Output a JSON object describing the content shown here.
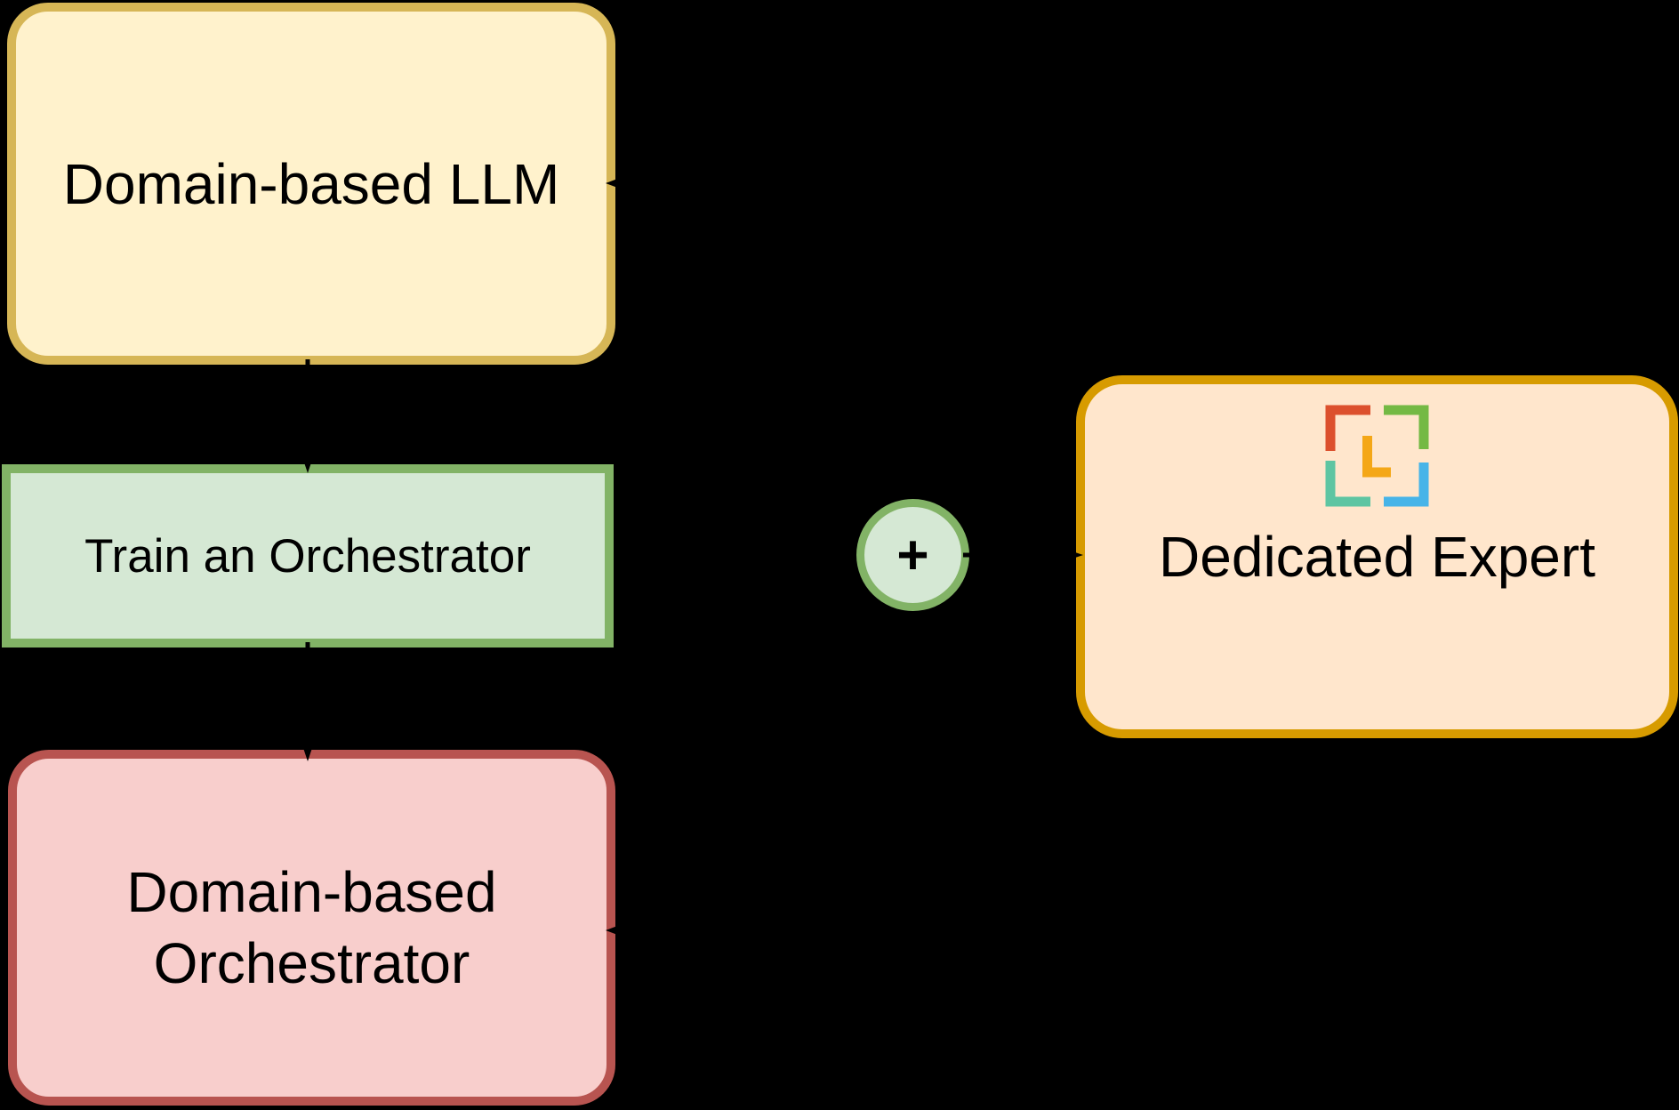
{
  "diagram": {
    "background": "#000000",
    "arrow_color": "#000000",
    "nodes": {
      "domain_llm": {
        "label": "Domain-based LLM",
        "fill": "#FFF2CC",
        "border": "#D6B656",
        "text_color": "#000000"
      },
      "train_orchestrator": {
        "label": "Train an Orchestrator",
        "fill": "#D5E8D4",
        "border": "#82B366",
        "text_color": "#000000"
      },
      "domain_orchestrator": {
        "label": "Domain-based Orchestrator",
        "lines": [
          "Domain-based",
          "Orchestrator"
        ],
        "fill": "#F8CECC",
        "border": "#B85450",
        "text_color": "#000000"
      },
      "plus_junction": {
        "label": "+",
        "fill": "#D5E8D4",
        "border": "#82B366",
        "text_color": "#000000"
      },
      "dedicated_expert": {
        "label": "Dedicated Expert",
        "fill": "#FFE6CC",
        "border": "#D79B00",
        "text_color": "#000000"
      }
    },
    "icon": {
      "name": "framed-L-logo",
      "colors": {
        "top_left": "#DC502D",
        "top_right": "#74B944",
        "bottom_left": "#5EC5A2",
        "bottom_right": "#47B4E8",
        "letter": "#F4A717"
      }
    }
  }
}
